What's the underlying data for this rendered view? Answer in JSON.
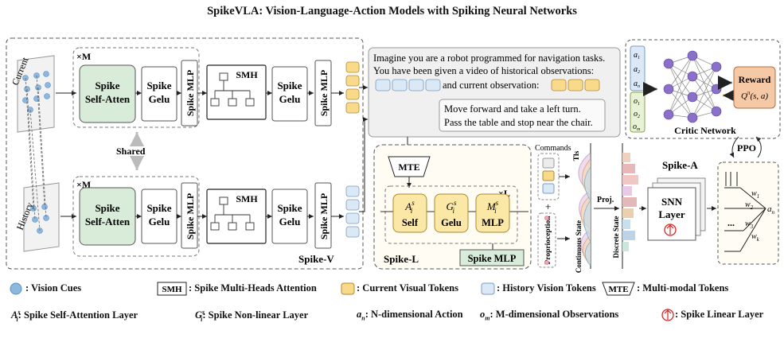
{
  "title": "SpikeVLA: Vision-Language-Action Models with Spiking Neural Networks",
  "spike_v": {
    "label": "Spike-V",
    "current_label": "Current",
    "history_label": "History",
    "repeat_top": "×M",
    "repeat_bottom": "×M",
    "shared_label": "Shared",
    "self_atten_1": "Spike",
    "self_atten_2": "Self-Atten",
    "gelu_1": "Spike",
    "gelu_2": "Gelu",
    "mlp": "Spike MLP",
    "smh": "SMH"
  },
  "prompt": {
    "line1": "Imagine you are a robot programmed for navigation tasks.",
    "line2": "You have been given a video of historical observations:",
    "line3": "and current observation:",
    "instr1": "Move forward and take a left turn.",
    "instr2": "Pass the table and stop near the chair."
  },
  "spike_l": {
    "label": "Spike-L",
    "mte": "MTE",
    "repeat": "×L",
    "self_sym": "A",
    "self_sup": "s",
    "self_sub": "i",
    "self_label": "Self",
    "gelu_sym": "G",
    "gelu_label": "Gelu",
    "mlp_sym": "M",
    "mlp_label": "MLP",
    "spike_mlp": "Spike MLP",
    "commands": "Commands",
    "plus": "+",
    "proprioception": "Proprioception",
    "tls": "Tls",
    "continuous_state": "Continuous State",
    "proj": "Proj.",
    "discrete_state": "Discrete State"
  },
  "spike_a": {
    "label": "Spike-A",
    "snn_1": "SNN",
    "snn_2": "Layer",
    "ppo": "PPO",
    "w1": "w",
    "w2": "w",
    "w3": "w",
    "wk": "w",
    "ellipsis": "...",
    "an": "a"
  },
  "critic": {
    "label": "Critic Network",
    "reward": "Reward",
    "q": "Q",
    "q_args": "(s, a)",
    "a1": "a",
    "a2": "a",
    "an": "a",
    "o1": "o",
    "o2": "o",
    "om": "o"
  },
  "legend": {
    "vision_cues": ": Vision Cues",
    "smh_box": "SMH",
    "smh_desc": ": Spike Multi-Heads Attention",
    "current_tokens": ": Current Visual Tokens",
    "history_tokens": ": History Vision Tokens",
    "mte_box": "MTE",
    "mte_desc": ": Multi-modal Tokens",
    "a_desc": ": Spike Self-Attention Layer",
    "g_desc": ": Spike Non-linear Layer",
    "an_desc": ": N-dimensional Action",
    "om_desc": ": M-dimensional  Observations",
    "lin_desc": ": Spike Linear Layer"
  },
  "colors": {
    "green_box": "#d8ecd9",
    "yellow_box": "#fbe7a6",
    "yellow_token": "#f9d98a",
    "blue_token": "#dbe8f5",
    "blue_dot": "#8cb8e0",
    "reward": "#f6c9a6",
    "dashed": "#555555"
  }
}
